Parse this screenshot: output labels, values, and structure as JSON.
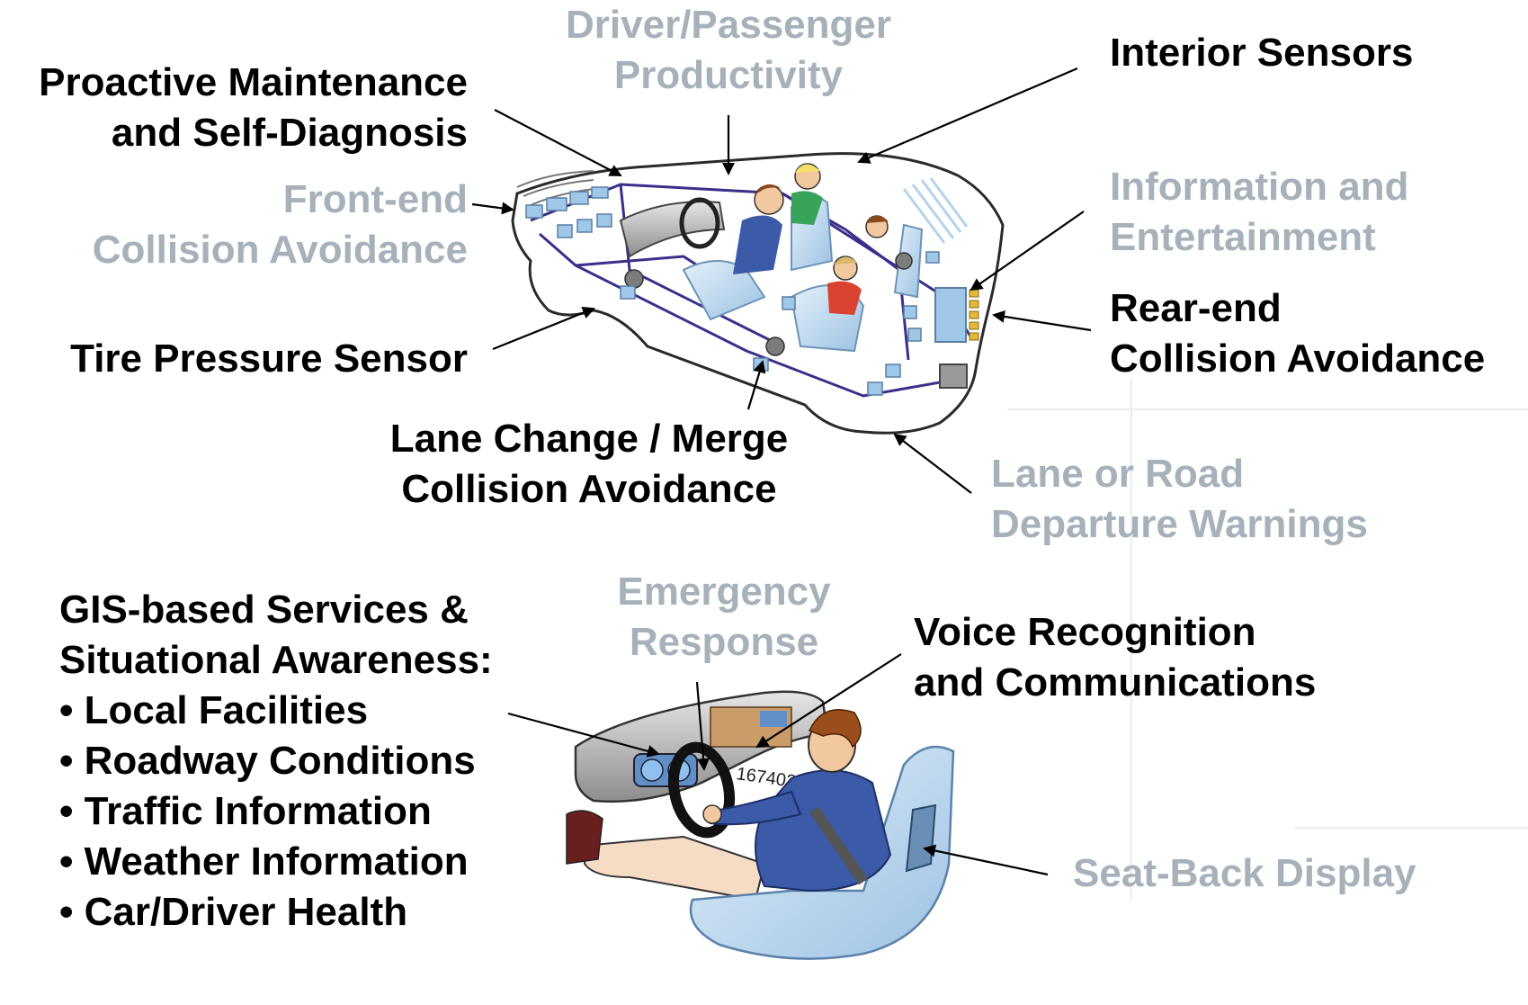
{
  "colors": {
    "dark_label": "#000000",
    "light_label": "#a7b1b9",
    "car_outline": "#2a2a2a",
    "wiring": "#3a2f8a",
    "seat_fill": "#bcd6ec",
    "module_fill": "#9ec7e8"
  },
  "labels": {
    "driver_productivity": [
      "Driver/Passenger",
      "Productivity"
    ],
    "proactive_maintenance": [
      "Proactive Maintenance",
      "and Self-Diagnosis"
    ],
    "interior_sensors": [
      "Interior Sensors"
    ],
    "front_end": [
      "Front-end",
      "Collision Avoidance"
    ],
    "info_entertainment": [
      "Information and",
      "Entertainment"
    ],
    "rear_end": [
      "Rear-end",
      "Collision Avoidance"
    ],
    "tire_pressure": [
      "Tire Pressure Sensor"
    ],
    "lane_change": [
      "Lane Change / Merge",
      "Collision Avoidance"
    ],
    "lane_departure": [
      "Lane or Road",
      "Departure Warnings"
    ],
    "gis": [
      "GIS-based Services &",
      "Situational Awareness:",
      "• Local Facilities",
      "• Roadway Conditions",
      "• Traffic Information",
      "• Weather Information",
      "• Car/Driver Health"
    ],
    "emergency": [
      "Emergency",
      "Response"
    ],
    "voice": [
      "Voice Recognition",
      "and Communications"
    ],
    "seat_back": [
      "Seat-Back Display"
    ]
  },
  "dashboard_number": "167402"
}
